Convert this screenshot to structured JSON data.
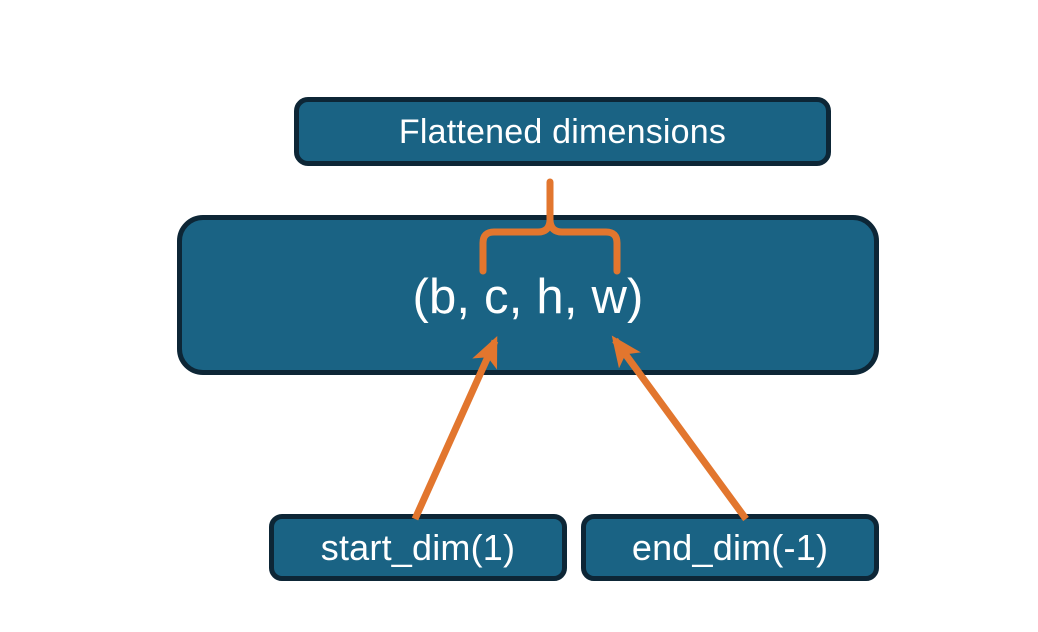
{
  "diagram": {
    "title_text": "Flattened dimensions",
    "background_color": "#FFFFFF",
    "node_fill_color": "#1A6384",
    "node_border_color": "#0D2636",
    "node_text_color": "#FFFFFF",
    "accent_color": "#E2762E"
  },
  "nodes": {
    "flattened": {
      "label": "Flattened dimensions",
      "role": "annotation-box-top"
    },
    "shape": {
      "label": "(b, c, h, w)",
      "role": "tensor-shape-box",
      "dims": [
        "b",
        "c",
        "h",
        "w"
      ]
    },
    "start_dim": {
      "label": "start_dim(1)",
      "role": "parameter-box",
      "value": "1"
    },
    "end_dim": {
      "label": "end_dim(-1)",
      "role": "parameter-box",
      "value": "-1"
    }
  },
  "connectors": {
    "brace": {
      "name": "curly-brace",
      "color": "#E2762E",
      "from": "shape",
      "to": "flattened",
      "spans_dims": [
        "c",
        "h",
        "w"
      ]
    },
    "arrows": [
      {
        "name": "start-dim-arrow",
        "color": "#E2762E",
        "from": "start_dim",
        "to": "shape",
        "points_at_dim": "c"
      },
      {
        "name": "end-dim-arrow",
        "color": "#E2762E",
        "from": "end_dim",
        "to": "shape",
        "points_at_dim": "w"
      }
    ]
  }
}
